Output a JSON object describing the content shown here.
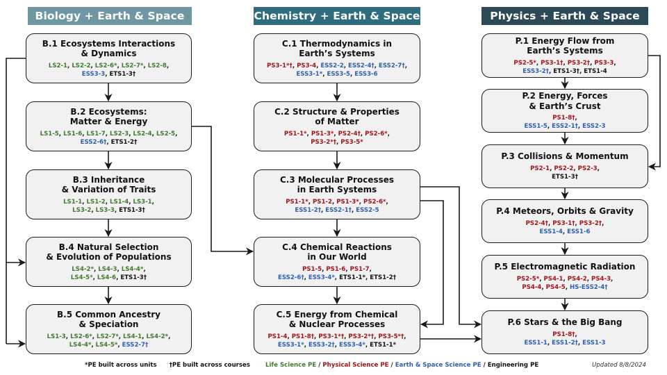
{
  "columns": [
    {
      "title": "Biology + Earth & Space",
      "color": "#6f97a2"
    },
    {
      "title": "Chemistry + Earth & Space",
      "color": "#2e6c7e"
    },
    {
      "title": "Physics + Earth & Space",
      "color": "#2b4a56"
    }
  ],
  "units": {
    "B1": {
      "title1": "B.1 Ecosystems Interactions",
      "title2": "& Dynamics",
      "stds": [
        [
          [
            "LS2-1",
            "life"
          ],
          [
            "LS2-2",
            "life"
          ],
          [
            "LS2-6*",
            "life"
          ],
          [
            "LS2-7*",
            "life"
          ],
          [
            "LS2-8",
            "life"
          ]
        ],
        [
          [
            "ESS3-3",
            "earth"
          ],
          [
            "ETS1-3†",
            "eng"
          ]
        ]
      ]
    },
    "B2": {
      "title1": "B.2 Ecosystems:",
      "title2": "Matter & Energy",
      "stds": [
        [
          [
            "LS1-5",
            "life"
          ],
          [
            "LS1-6",
            "life"
          ],
          [
            "LS1-7",
            "life"
          ],
          [
            "LS2-3",
            "life"
          ],
          [
            "LS2-4",
            "life"
          ],
          [
            "LS2-5",
            "life"
          ]
        ],
        [
          [
            "ESS2-6†",
            "earth"
          ],
          [
            "ETS1-2†",
            "eng"
          ]
        ]
      ]
    },
    "B3": {
      "title1": "B.3 Inheritance",
      "title2": "& Variation of Traits",
      "stds": [
        [
          [
            "LS1-1",
            "life"
          ],
          [
            "LS1-2",
            "life"
          ],
          [
            "LS1-4",
            "life"
          ],
          [
            "LS3-1",
            "life"
          ]
        ],
        [
          [
            "LS3-2",
            "life"
          ],
          [
            "LS3-3",
            "life"
          ],
          [
            "ETS1-3†",
            "eng"
          ]
        ]
      ]
    },
    "B4": {
      "title1": "B.4 Natural Selection",
      "title2": "& Evolution of Populations",
      "stds": [
        [
          [
            "LS4-2*",
            "life"
          ],
          [
            "LS4-3",
            "life"
          ],
          [
            "LS4-4*",
            "life"
          ]
        ],
        [
          [
            "LS4-5*",
            "life"
          ],
          [
            "LS4-6",
            "life"
          ],
          [
            "ETS1-3†",
            "eng"
          ]
        ]
      ]
    },
    "B5": {
      "title1": "B.5 Common Ancestry",
      "title2": "& Speciation",
      "stds": [
        [
          [
            "LS1-3",
            "life"
          ],
          [
            "LS2-6*",
            "life"
          ],
          [
            "LS2-7*",
            "life"
          ],
          [
            "LS4-1",
            "life"
          ],
          [
            "LS4-2*",
            "life"
          ]
        ],
        [
          [
            "LS4-4*",
            "life"
          ],
          [
            "LS4-5*",
            "life"
          ],
          [
            "ESS2-7†",
            "earth"
          ]
        ]
      ]
    },
    "C1": {
      "title1": "C.1 Thermodynamics in",
      "title2": "Earth’s Systems",
      "stds": [
        [
          [
            "PS3-1*†",
            "phys"
          ],
          [
            "PS3-4",
            "phys"
          ],
          [
            "ESS2-2",
            "earth"
          ],
          [
            "ESS2-4†",
            "earth"
          ],
          [
            "ESS2-7†",
            "earth"
          ]
        ],
        [
          [
            "ESS3-1*",
            "earth"
          ],
          [
            "ESS3-5",
            "earth"
          ],
          [
            "ESS3-6",
            "earth"
          ]
        ]
      ]
    },
    "C2": {
      "title1": "C.2 Structure & Properties",
      "title2": "of Matter",
      "stds": [
        [
          [
            "PS1-1*",
            "phys"
          ],
          [
            "PS1-3*",
            "phys"
          ],
          [
            "PS2-4†",
            "phys"
          ],
          [
            "PS2-6*",
            "phys"
          ]
        ],
        [
          [
            "PS3-2*†",
            "phys"
          ],
          [
            "PS3-5*",
            "phys"
          ]
        ]
      ]
    },
    "C3": {
      "title1": "C.3 Molecular Processes",
      "title2": "in Earth Systems",
      "stds": [
        [
          [
            "PS1-1*",
            "phys"
          ],
          [
            "PS1-2",
            "phys"
          ],
          [
            "PS1-3*",
            "phys"
          ],
          [
            "PS2-6*",
            "phys"
          ]
        ],
        [
          [
            "ESS1-2†",
            "earth"
          ],
          [
            "ESS2-1†",
            "earth"
          ],
          [
            "ESS2-5",
            "earth"
          ]
        ]
      ]
    },
    "C4": {
      "title1": "C.4 Chemical Reactions",
      "title2": "in Our World",
      "stds": [
        [
          [
            "PS1-5",
            "phys"
          ],
          [
            "PS1-6",
            "phys"
          ],
          [
            "PS1-7",
            "phys"
          ]
        ],
        [
          [
            "ESS2-6†",
            "earth"
          ],
          [
            "ESS3-4*",
            "earth"
          ],
          [
            "ETS1-1*",
            "eng"
          ],
          [
            "ETS1-2†",
            "eng"
          ]
        ]
      ]
    },
    "C5": {
      "title1": "C.5 Energy from Chemical",
      "title2": "& Nuclear Processes",
      "stds": [
        [
          [
            "PS1-4",
            "phys"
          ],
          [
            "PS1-8†",
            "phys"
          ],
          [
            "PS3-1*†",
            "phys"
          ],
          [
            "PS3-2*†",
            "phys"
          ],
          [
            "PS3-5*†",
            "phys"
          ]
        ],
        [
          [
            "ESS3-1*",
            "earth"
          ],
          [
            "ESS3-2†",
            "earth"
          ],
          [
            "ESS3-4*",
            "earth"
          ],
          [
            "ETS1-1*",
            "eng"
          ]
        ]
      ]
    },
    "P1": {
      "title1": "P.1 Energy Flow from",
      "title2": "Earth’s Systems",
      "stds": [
        [
          [
            "PS2-5*",
            "phys"
          ],
          [
            "PS3-1†",
            "phys"
          ],
          [
            "PS3-2†",
            "phys"
          ],
          [
            "PS3-3",
            "phys"
          ]
        ],
        [
          [
            "ESS3-2†",
            "earth"
          ],
          [
            "ETS1-3†",
            "eng"
          ],
          [
            "ETS1-4",
            "eng"
          ]
        ]
      ]
    },
    "P2": {
      "title1": "P.2 Energy, Forces",
      "title2": "& Earth’s Crust",
      "stds": [
        [
          [
            "PS1-8†",
            "phys"
          ]
        ],
        [
          [
            "ESS1-5",
            "earth"
          ],
          [
            "ESS2-1†",
            "earth"
          ],
          [
            "ESS2-3",
            "earth"
          ]
        ]
      ]
    },
    "P3": {
      "title1": "P.3 Collisions & Momentum",
      "title2": "",
      "stds": [
        [
          [
            "PS2-1",
            "phys"
          ],
          [
            "PS2-2",
            "phys"
          ],
          [
            "PS2-3",
            "phys"
          ]
        ],
        [
          [
            "ETS1-3†",
            "eng"
          ]
        ]
      ]
    },
    "P4": {
      "title1": "P.4 Meteors, Orbits & Gravity",
      "title2": "",
      "stds": [
        [
          [
            "PS2-4†",
            "phys"
          ],
          [
            "PS3-1†",
            "phys"
          ],
          [
            "PS3-2†",
            "phys"
          ]
        ],
        [
          [
            "ESS1-4",
            "earth"
          ],
          [
            "ESS1-6",
            "earth"
          ]
        ]
      ]
    },
    "P5": {
      "title1": "P.5 Electromagnetic Radiation",
      "title2": "",
      "stds": [
        [
          [
            "PS2-5*",
            "phys"
          ],
          [
            "PS4-1",
            "phys"
          ],
          [
            "PS4-2",
            "phys"
          ],
          [
            "PS4-3",
            "phys"
          ]
        ],
        [
          [
            "PS4-4",
            "phys"
          ],
          [
            "PS4-5",
            "phys"
          ],
          [
            "HS-ESS2-4†",
            "earth"
          ]
        ]
      ]
    },
    "P6": {
      "title1": "P.6 Stars & the Big Bang",
      "title2": "",
      "stds": [
        [
          [
            "PS1-8†",
            "phys"
          ]
        ],
        [
          [
            "ESS1-1",
            "earth"
          ],
          [
            "ESS1-2†",
            "earth"
          ],
          [
            "ESS1-3",
            "earth"
          ]
        ]
      ]
    }
  },
  "connections": [
    [
      "B1",
      "B2"
    ],
    [
      "B2",
      "B3"
    ],
    [
      "B3",
      "B4"
    ],
    [
      "B4",
      "B5"
    ],
    [
      "B1",
      "B4"
    ],
    [
      "B1",
      "B5"
    ],
    [
      "B2",
      "C4"
    ],
    [
      "C1",
      "C2"
    ],
    [
      "C2",
      "C3"
    ],
    [
      "C3",
      "C4"
    ],
    [
      "C4",
      "C5"
    ],
    [
      "C3",
      "C5"
    ],
    [
      "C3",
      "P6"
    ],
    [
      "C5",
      "P6"
    ],
    [
      "P1",
      "P2"
    ],
    [
      "P2",
      "P3"
    ],
    [
      "P3",
      "P4"
    ],
    [
      "P4",
      "P5"
    ],
    [
      "P5",
      "P6"
    ],
    [
      "P1",
      "P3"
    ]
  ],
  "legend": {
    "note_units": "*PE built across units",
    "note_courses": "†PE built across courses",
    "life": "Life Science PE",
    "phys": "Physical Science PE",
    "earth": "Earth & Space Science PE",
    "eng": "Engineering PE",
    "slash": "/",
    "updated": "Updated 8/8/2024"
  },
  "colors": {
    "life": "#3f7a2f",
    "phys": "#a1141c",
    "earth": "#2f5fb0",
    "eng": "#111111"
  }
}
